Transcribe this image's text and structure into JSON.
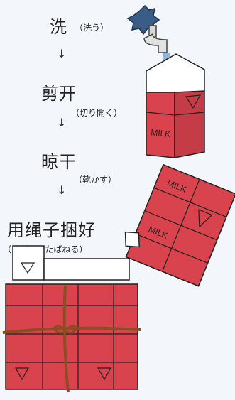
{
  "steps": [
    {
      "label": "洗",
      "note": "（洗う）"
    },
    {
      "label": "剪开",
      "note": "（切り開く）"
    },
    {
      "label": "晾干",
      "note": "（乾かす）"
    },
    {
      "label": "用绳子捆好",
      "note": "（しばってたばねる）"
    }
  ],
  "arrow_glyph": "↓",
  "carton_text": "MILK",
  "colors": {
    "background": "#f3f7fb",
    "carton_red": "#d8434d",
    "carton_dark": "#b32d38",
    "string": "#8a4e22",
    "faucet": "#3a5d88",
    "water": "#7fa7d9"
  }
}
